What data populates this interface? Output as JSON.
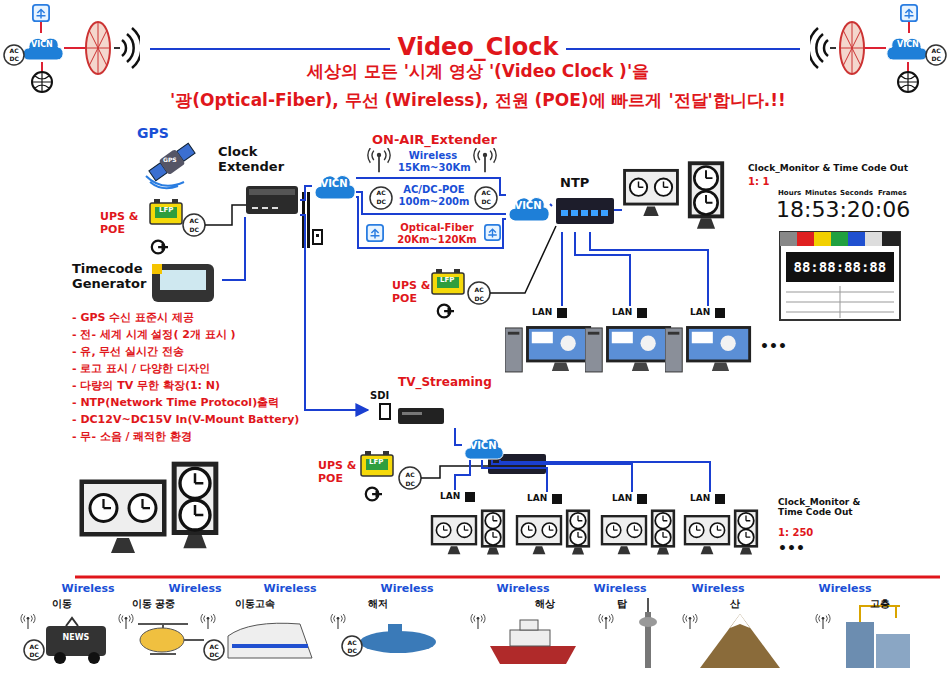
{
  "diagram": {
    "title": "Video_Clock",
    "nodes": [
      {
        "text": [
          "Clock Extender"
        ]
      },
      {
        "text": [
          "Timecode Generator"
        ]
      },
      {
        "text": [
          "VICN"
        ]
      },
      {
        "text": [
          "VICN"
        ]
      },
      {
        "text": [
          "NTP"
        ]
      },
      {
        "text": [
          "TV_Streaming",
          "SDI"
        ]
      },
      {
        "text": [
          "VICN"
        ]
      },
      {
        "text": [
          "LAN"
        ]
      },
      {
        "text": [
          "LAN"
        ]
      },
      {
        "text": [
          "LAN"
        ]
      },
      {
        "text": [
          "LAN"
        ]
      },
      {
        "text": [
          "LAN"
        ]
      },
      {
        "text": [
          "LAN"
        ]
      },
      {
        "text": [
          "LAN"
        ]
      }
    ],
    "edges": [
      {
        "from": 1,
        "to": 0,
        "arrow": "none"
      },
      {
        "from": 0,
        "to": 2,
        "arrow": "none"
      },
      {
        "from": 0,
        "to": 5,
        "arrow": "to"
      },
      {
        "from": 2,
        "to": 3,
        "label": "Wireless 15Km~30Km",
        "arrow": "none"
      },
      {
        "from": 2,
        "to": 3,
        "label": "AC/DC-POE 100m~200m",
        "arrow": "none"
      },
      {
        "from": 2,
        "to": 3,
        "label": "Optical-Fiber 20Km~120Km",
        "arrow": "none"
      },
      {
        "from": 3,
        "to": 4,
        "arrow": "none"
      },
      {
        "from": 4,
        "to": 7,
        "arrow": "none"
      },
      {
        "from": 4,
        "to": 8,
        "arrow": "none"
      },
      {
        "from": 4,
        "to": 9,
        "arrow": "none"
      },
      {
        "from": 5,
        "to": 6,
        "arrow": "none"
      },
      {
        "from": 6,
        "to": 10,
        "arrow": "none"
      },
      {
        "from": 6,
        "to": 11,
        "arrow": "none"
      },
      {
        "from": 6,
        "to": 12,
        "arrow": "none"
      },
      {
        "from": 6,
        "to": 13,
        "arrow": "none"
      }
    ],
    "labels": [
      "세상의 모든 '시계 영상 '(Video Clock )'을",
      "'광(Optical-Fiber), 무선 (Wireless), 전원 (POE)에  빠르게 '전달'합니다.!!",
      "VICN",
      "AC",
      "DC",
      "VICN",
      "AC",
      "DC",
      "GPS",
      "GPS",
      "UPS & POE",
      "LFP",
      "AC",
      "DC",
      "- GPS 수신 표준시 제공",
      "- 전- 세계 시계 설정( 2개 표시 )",
      "- 유, 무선 실시간 전송",
      "- 로고 표시 / 다양한 디자인",
      "- 다량의  TV 무한 확장(1: N)",
      "- NTP(Network Time Protocol)출력",
      "- DC12V~DC15V  In(V-Mount Battery)",
      "- 무- 소음 / 쾌적한 환경",
      "ON-AIR_Extender",
      "AC",
      "DC",
      "AC",
      "DC",
      "Clock_Monitor & Time Code Out",
      "1: 1",
      "Hours",
      "Minutes",
      "Seconds",
      "Frames",
      "18:53:20:06",
      "88:88:88:88",
      "UPS & POE",
      "LFP",
      "AC",
      "DC",
      "•••",
      "UPS & POE",
      "LFP",
      "AC",
      "DC",
      "Clock_Monitor & Time Code Out",
      "1: 250",
      "•••",
      "Wireless",
      "이동",
      "Wireless",
      "이동 공중",
      "Wireless",
      "이동고속",
      "Wireless",
      "해저",
      "Wireless",
      "해상",
      "Wireless",
      "탑",
      "Wireless",
      "산",
      "Wireless",
      "고층",
      "NEWS",
      "AC",
      "DC",
      "AC",
      "DC",
      "AC",
      "DC"
    ]
  }
}
